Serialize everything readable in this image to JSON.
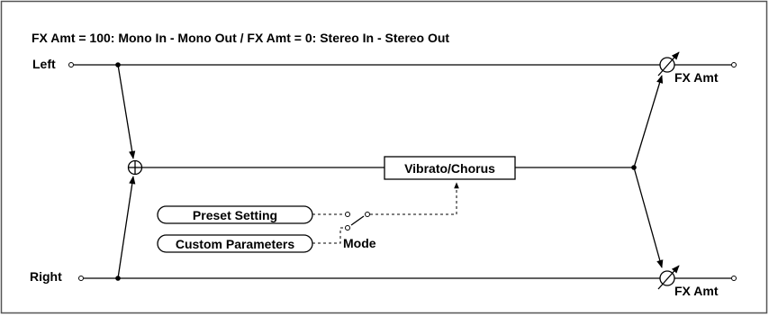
{
  "title": "FX Amt = 100: Mono In - Mono Out  /  FX Amt = 0: Stereo In - Stereo Out",
  "inputs": {
    "left": "Left",
    "right": "Right"
  },
  "blocks": {
    "effect": "Vibrato/Chorus"
  },
  "selector": {
    "options": [
      "Preset Setting",
      "Custom Parameters"
    ],
    "switch_label": "Mode"
  },
  "outputs": {
    "top_amt": "FX Amt",
    "bottom_amt": "FX Amt"
  },
  "colors": {
    "line": "#000000",
    "frame": "#555555",
    "background": "#ffffff"
  }
}
